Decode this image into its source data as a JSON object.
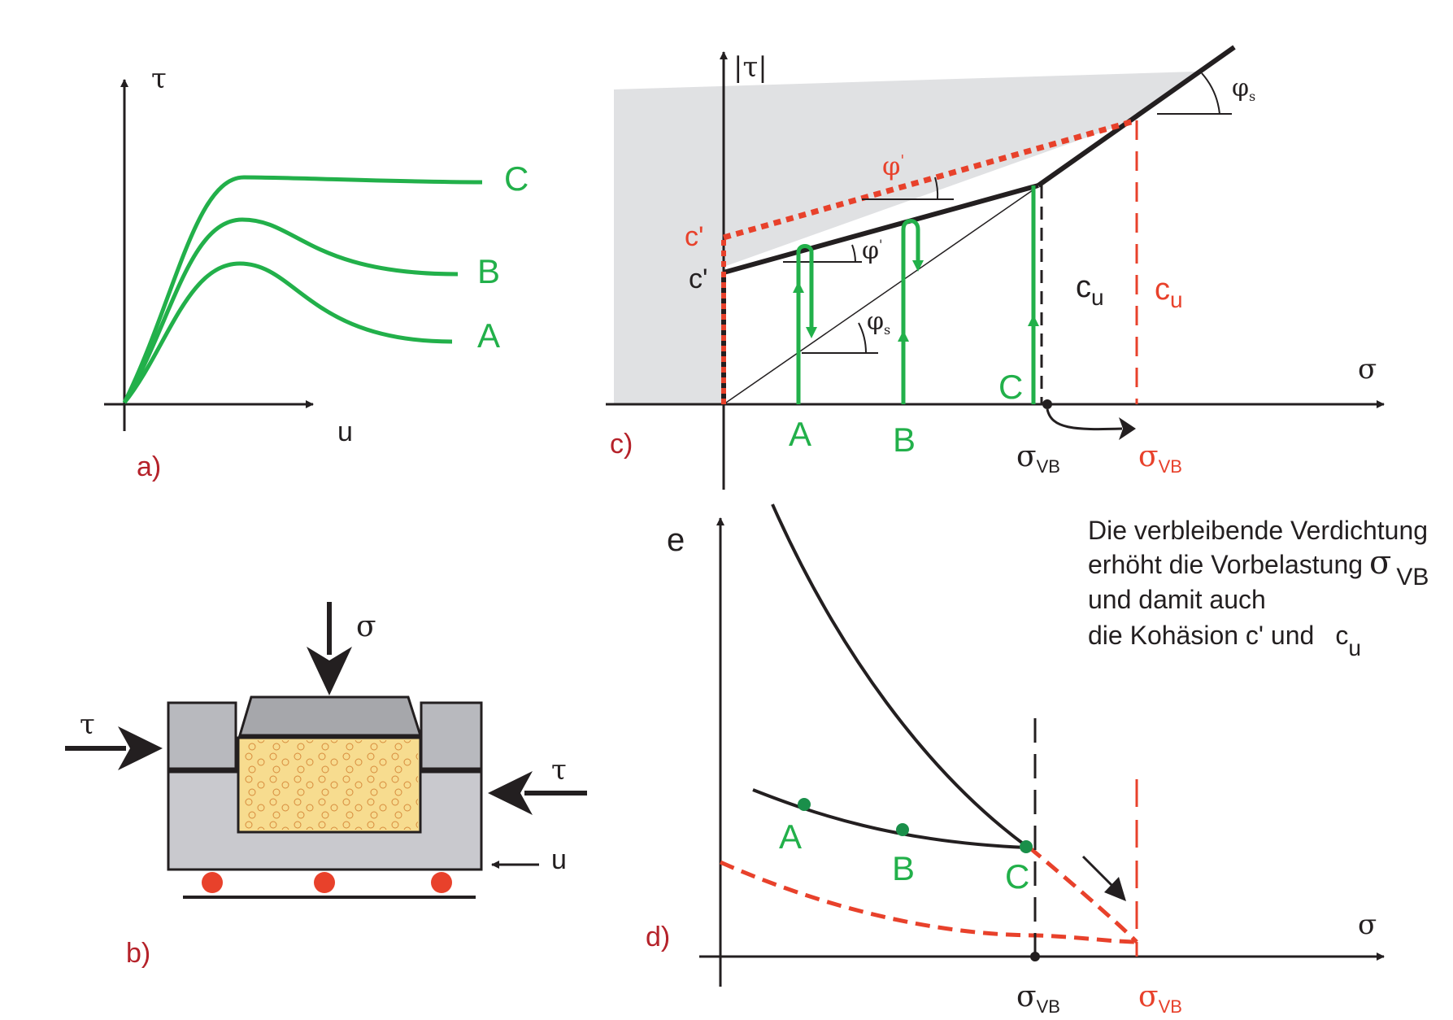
{
  "colors": {
    "green": "#22b04a",
    "red": "#e8412b",
    "black": "#231f20",
    "dark_red": "#b5222a",
    "gray_fill": "#e0e1e3",
    "plate_gray": "#b8b9be",
    "cap_gray": "#a6a7ab",
    "sand": "#f7dc8f"
  },
  "panel_a": {
    "label": "a)",
    "y_axis": "τ",
    "x_axis": "u",
    "curves": {
      "c": "C",
      "b": "B",
      "a": "A"
    }
  },
  "panel_b": {
    "label": "b)",
    "sigma": "σ",
    "tau_left": "τ",
    "tau_right": "τ",
    "u": "u"
  },
  "panel_c": {
    "label": "c)",
    "y_axis": "|τ|",
    "x_axis": "σ",
    "phi_s_top": "φ",
    "phi_s_top_sub": "s",
    "phi_prime_red": "φ",
    "phi_prime_red_sup": "'",
    "phi_prime_black": "φ",
    "phi_prime_black_sup": "'",
    "phi_s_inner": "φ",
    "phi_s_inner_sub": "s",
    "c_prime_red": "c'",
    "c_prime_black": "c'",
    "cu_black": "c",
    "cu_black_sub": "u",
    "cu_red": "c",
    "cu_red_sub": "u",
    "path_a": "A",
    "path_b": "B",
    "path_c": "C",
    "sigma_vb_black": "σ",
    "sigma_vb_black_sub": "VB",
    "sigma_vb_red": "σ",
    "sigma_vb_red_sub": "VB"
  },
  "panel_d": {
    "label": "d)",
    "y_axis": "e",
    "x_axis": "σ",
    "point_a": "A",
    "point_b": "B",
    "point_c": "C",
    "sigma_vb_black": "σ",
    "sigma_vb_black_sub": "VB",
    "sigma_vb_red": "σ",
    "sigma_vb_red_sub": "VB",
    "note_line1": "Die verbleibende Verdichtung",
    "note_line2": "erhöht  die Vorbelastung",
    "note_sigma": "σ",
    "note_sigma_sub": "VB",
    "note_line3": "und damit auch",
    "note_line4": "die Kohäsion  c'  und",
    "note_c": "c",
    "note_c_sub": "u"
  }
}
